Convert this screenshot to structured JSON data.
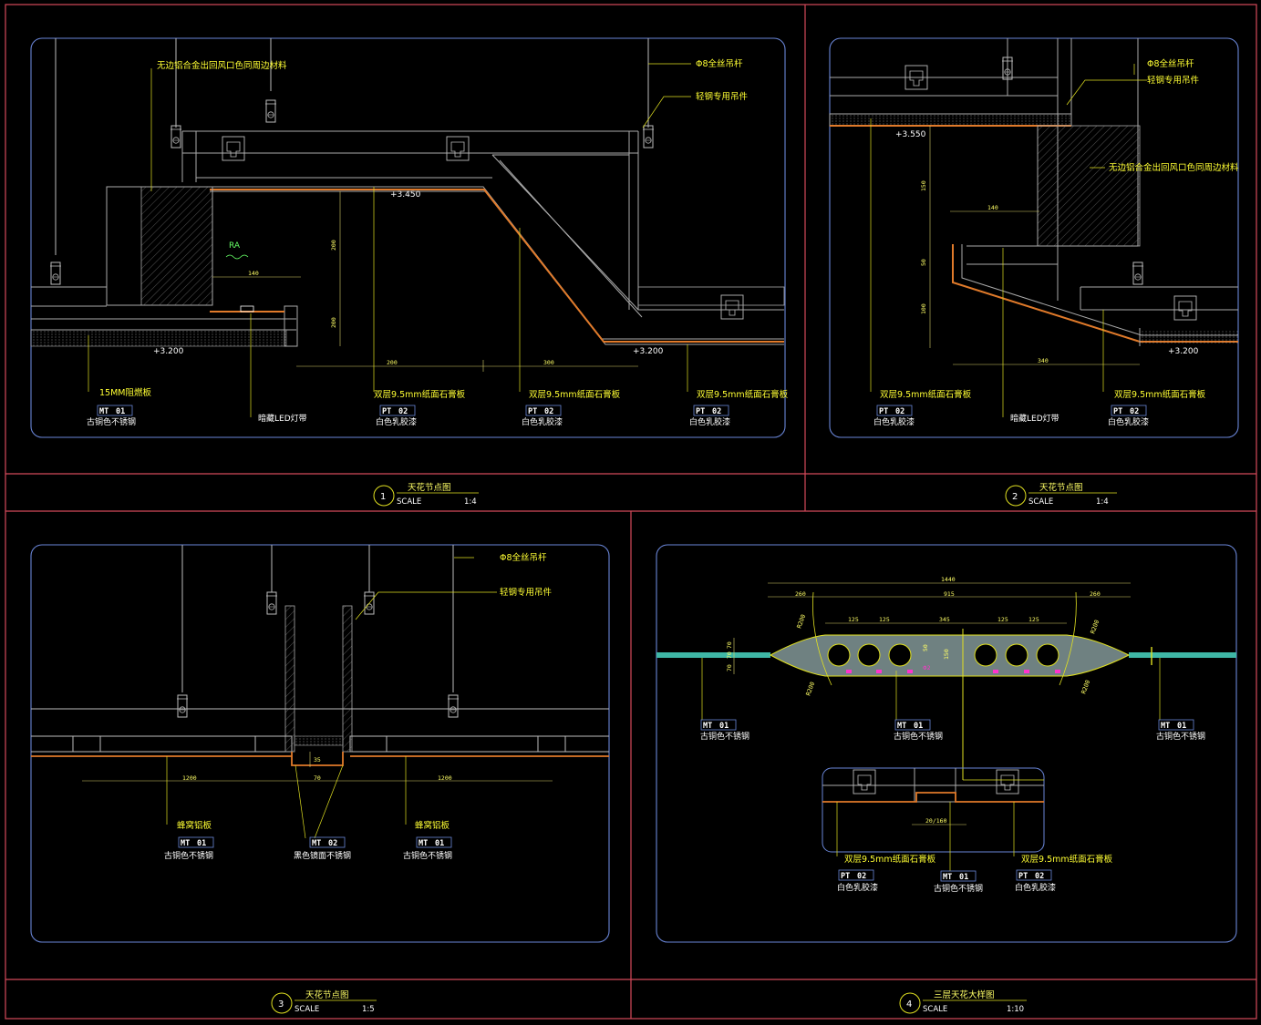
{
  "colors": {
    "background": "#000000",
    "frame": "#d44a5a",
    "border": "#6a86d8",
    "annotation": "#ffff33",
    "leader": "#e0e020",
    "dimension": "#d9d26a",
    "structure": "#9a9a9a",
    "gypsum": "#e07a2a",
    "ceiling_fill": "#6f8181",
    "water": "#3fb7a6",
    "highlight": "#ff33cc"
  },
  "panels": [
    {
      "number": "1",
      "title": "天花节点图",
      "scale_label": "SCALE",
      "scale": "1:4",
      "notes": {
        "top_left": "无边铝合金出回风口色同周边材料",
        "rod": "Φ8全丝吊杆",
        "hanger": "轻钢专用吊件",
        "ra": "RA"
      },
      "levels": [
        "+3.450",
        "+3.200",
        "+3.200"
      ],
      "dims": [
        "140",
        "200",
        "200",
        "200",
        "300"
      ],
      "callouts": [
        {
          "text": "15MM阻燃板",
          "code": "MT",
          "no": "01",
          "finish": "古铜色不锈钢"
        },
        {
          "text": "",
          "code": "",
          "no": "",
          "finish": "暗藏LED灯带"
        },
        {
          "text": "双层9.5mm纸面石膏板",
          "code": "PT",
          "no": "02",
          "finish": "白色乳胶漆"
        },
        {
          "text": "双层9.5mm纸面石膏板",
          "code": "PT",
          "no": "02",
          "finish": "白色乳胶漆"
        },
        {
          "text": "双层9.5mm纸面石膏板",
          "code": "PT",
          "no": "02",
          "finish": "白色乳胶漆"
        }
      ]
    },
    {
      "number": "2",
      "title": "天花节点图",
      "scale_label": "SCALE",
      "scale": "1:4",
      "notes": {
        "rod": "Φ8全丝吊杆",
        "hanger": "轻钢专用吊件",
        "vent": "无边铝合金出回风口色同周边材料"
      },
      "levels": [
        "+3.550",
        "+3.200"
      ],
      "dims": [
        "140",
        "150",
        "50",
        "100",
        "340"
      ],
      "callouts": [
        {
          "text": "双层9.5mm纸面石膏板",
          "code": "PT",
          "no": "02",
          "finish": "白色乳胶漆"
        },
        {
          "text": "",
          "code": "",
          "no": "",
          "finish": "暗藏LED灯带"
        },
        {
          "text": "双层9.5mm纸面石膏板",
          "code": "PT",
          "no": "02",
          "finish": "白色乳胶漆"
        }
      ]
    },
    {
      "number": "3",
      "title": "天花节点图",
      "scale_label": "SCALE",
      "scale": "1:5",
      "notes": {
        "rod": "Φ8全丝吊杆",
        "hanger": "轻钢专用吊件"
      },
      "dims": [
        "1200",
        "70",
        "1200",
        "35"
      ],
      "callouts": [
        {
          "text": "蜂窝铝板",
          "code": "MT",
          "no": "01",
          "finish": "古铜色不锈钢"
        },
        {
          "text": "",
          "code": "MT",
          "no": "02",
          "finish": "黑色镜面不锈钢"
        },
        {
          "text": "蜂窝铝板",
          "code": "MT",
          "no": "01",
          "finish": "古铜色不锈钢"
        }
      ]
    },
    {
      "number": "4",
      "title": "三层天花大样图",
      "scale_label": "SCALE",
      "scale": "1:10",
      "dims": [
        "1440",
        "260",
        "915",
        "260",
        "125",
        "125",
        "345",
        "125",
        "125",
        "70",
        "70",
        "70",
        "150",
        "50",
        "20/160"
      ],
      "radius_labels": [
        "R200",
        "R200",
        "R200",
        "R200"
      ],
      "hole_label": "Φ2",
      "callouts": [
        {
          "text": "",
          "code": "MT",
          "no": "01",
          "finish": "古铜色不锈钢"
        },
        {
          "text": "",
          "code": "MT",
          "no": "01",
          "finish": "古铜色不锈钢"
        },
        {
          "text": "",
          "code": "MT",
          "no": "01",
          "finish": "古铜色不锈钢"
        },
        {
          "text": "双层9.5mm纸面石膏板",
          "code": "PT",
          "no": "02",
          "finish": "白色乳胶漆"
        },
        {
          "text": "",
          "code": "MT",
          "no": "01",
          "finish": "古铜色不锈钢"
        },
        {
          "text": "双层9.5mm纸面石膏板",
          "code": "PT",
          "no": "02",
          "finish": "白色乳胶漆"
        }
      ]
    }
  ]
}
